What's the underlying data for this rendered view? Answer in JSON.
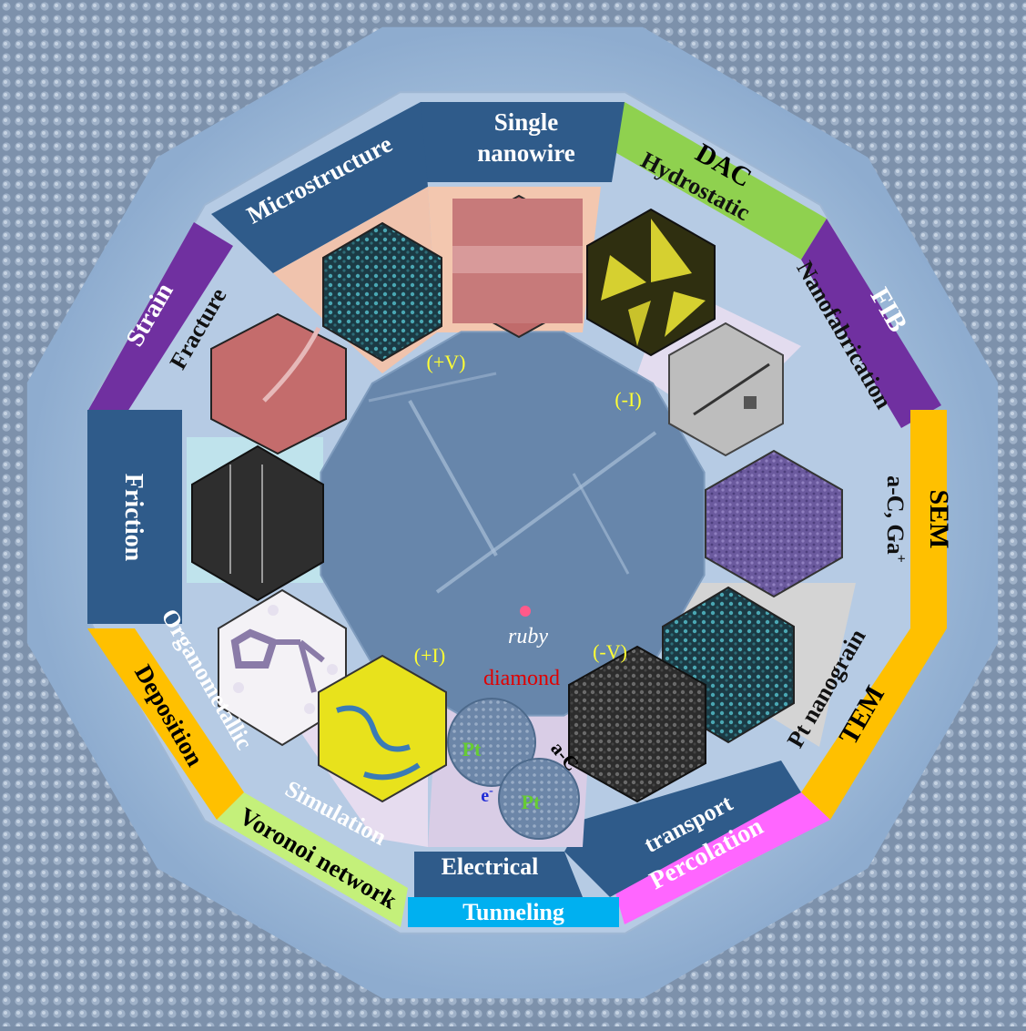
{
  "colors": {
    "background": "#7f93ad",
    "outer_halo": "#a8c3e0",
    "inner_ring": "#b9cde6",
    "dark_blue": "#2f5b8a",
    "center": "#6a88ad",
    "dac_green": "#8fd14f",
    "fib_purple": "#7030a0",
    "sem_orange": "#ffc000",
    "tem_orange": "#ffc000",
    "percolation_pink": "#ff66ff",
    "tunneling_cyan": "#00b0f0",
    "voronoi_green": "#c4f07a",
    "deposition_orange": "#ffc000",
    "strain_purple": "#7030a0"
  },
  "outer_labels": {
    "dac": "DAC",
    "fib": "FIB",
    "sem": "SEM",
    "tem": "TEM",
    "percolation": "Percolation",
    "tunneling": "Tunneling",
    "voronoi": "Voronoi network",
    "deposition": "Deposition",
    "strain": "Strain"
  },
  "dark_labels": {
    "single_nanowire_1": "Single",
    "single_nanowire_2": "nanowire",
    "microstructure": "Microstructure",
    "friction": "Friction",
    "electrical": "Electrical",
    "transport": "transport"
  },
  "inner_labels": {
    "hydrostatic": "Hydrostatic",
    "nanofabrication": "Nanofabrication",
    "ac_ga": "a-C, Ga",
    "ac_ga_sup": "+",
    "pt_nanograin": "Pt nanograin",
    "simulation": "Simulation",
    "organometallic": "Organometallic",
    "fracture": "Fracture"
  },
  "center_labels": {
    "plus_v": "(+V)",
    "minus_i": "(-I)",
    "minus_v": "(-V)",
    "plus_i": "(+I)",
    "ruby": "ruby",
    "diamond": "diamond"
  },
  "tunneling_image": {
    "pt_top": "Pt",
    "pt_bottom": "Pt",
    "ac": "a-C",
    "electron": "e",
    "electron_sup": "-"
  }
}
